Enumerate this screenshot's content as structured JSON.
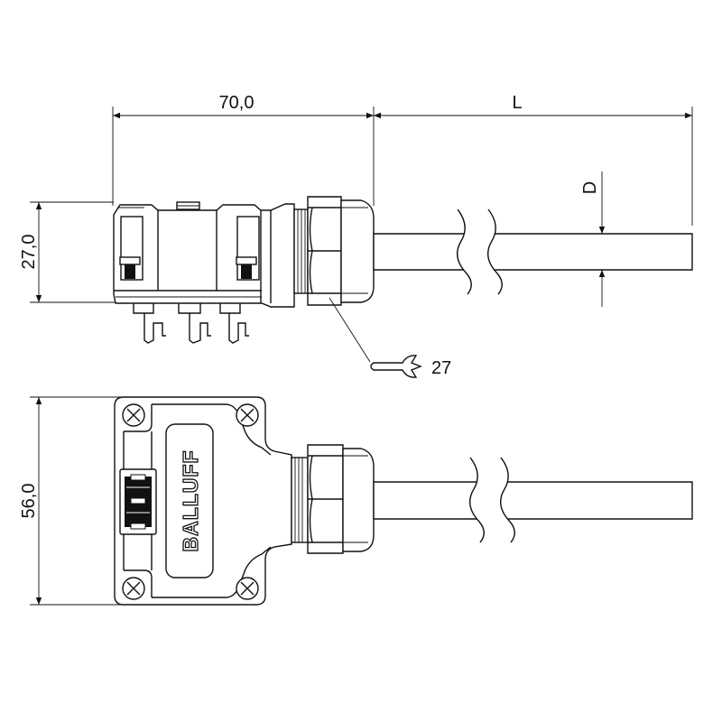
{
  "dimensions": {
    "length_top": "70,0",
    "cable_length": "L",
    "diameter": "D",
    "height_side": "27,0",
    "height_front": "56,0",
    "wrench_size": "27"
  },
  "brand": "BALLUFF"
}
